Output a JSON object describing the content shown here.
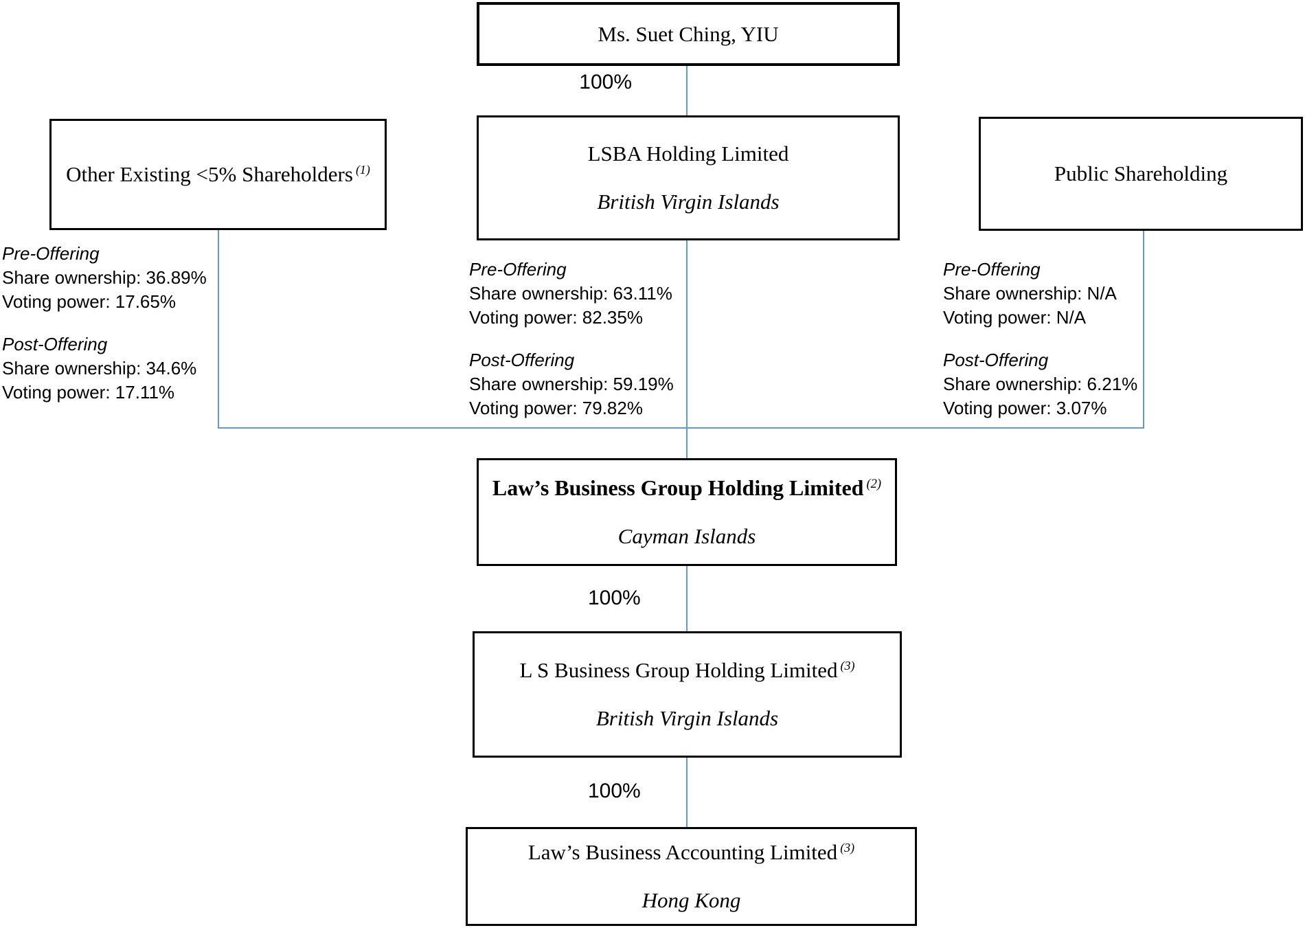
{
  "colors": {
    "connector": "#5B9BD5",
    "border": "#000000",
    "background": "#FFFFFF",
    "text": "#000000"
  },
  "nodes": {
    "shareholder_top": {
      "title": "Ms. Suet Ching, YIU"
    },
    "other_shareholders": {
      "title": "Other Existing <5% Shareholders",
      "footnote": "(1)"
    },
    "lsba_holding": {
      "title": "LSBA Holding Limited",
      "jurisdiction": "British Virgin Islands"
    },
    "public_shareholding": {
      "title": "Public Shareholding"
    },
    "laws_business_group": {
      "title": "Law’s Business Group Holding Limited",
      "footnote": "(2)",
      "jurisdiction": "Cayman Islands"
    },
    "ls_business_group": {
      "title": "L S Business Group Holding Limited",
      "footnote": "(3)",
      "jurisdiction": "British Virgin Islands"
    },
    "laws_business_accounting": {
      "title": "Law’s Business Accounting Limited",
      "footnote": "(3)",
      "jurisdiction": "Hong Kong"
    }
  },
  "edge_labels": {
    "top_to_lsba": "100%",
    "group_to_ls": "100%",
    "ls_to_accounting": "100%"
  },
  "ownership_stats": {
    "other_shareholders": {
      "pre_heading": "Pre-Offering",
      "pre_share": "Share ownership: 36.89%",
      "pre_voting": "Voting power: 17.65%",
      "post_heading": "Post-Offering",
      "post_share": "Share ownership: 34.6%",
      "post_voting": "Voting power: 17.11%"
    },
    "lsba_holding": {
      "pre_heading": "Pre-Offering",
      "pre_share": "Share ownership: 63.11%",
      "pre_voting": "Voting power: 82.35%",
      "post_heading": "Post-Offering",
      "post_share": "Share ownership: 59.19%",
      "post_voting": "Voting power: 79.82%"
    },
    "public_shareholding": {
      "pre_heading": "Pre-Offering",
      "pre_share": "Share ownership: N/A",
      "pre_voting": "Voting power: N/A",
      "post_heading": "Post-Offering",
      "post_share": "Share ownership: 6.21%",
      "post_voting": "Voting power: 3.07%"
    }
  }
}
